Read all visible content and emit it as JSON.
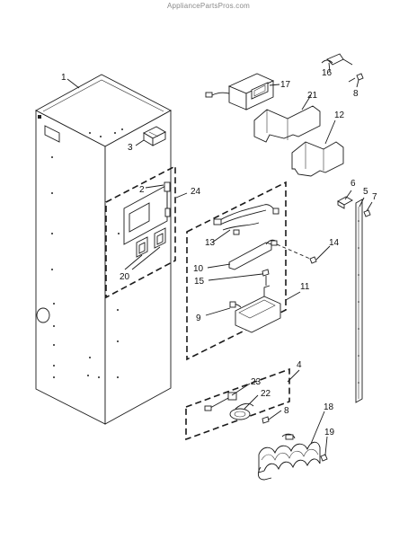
{
  "watermark": "AppliancePartsPros.com",
  "callouts": [
    {
      "id": "c1",
      "label": "1"
    },
    {
      "id": "c2",
      "label": "2"
    },
    {
      "id": "c3",
      "label": "3"
    },
    {
      "id": "c4",
      "label": "4"
    },
    {
      "id": "c5",
      "label": "5"
    },
    {
      "id": "c6",
      "label": "6"
    },
    {
      "id": "c7",
      "label": "7"
    },
    {
      "id": "c8a",
      "label": "8"
    },
    {
      "id": "c8b",
      "label": "8"
    },
    {
      "id": "c9",
      "label": "9"
    },
    {
      "id": "c10",
      "label": "10"
    },
    {
      "id": "c11",
      "label": "11"
    },
    {
      "id": "c12",
      "label": "12"
    },
    {
      "id": "c13",
      "label": "13"
    },
    {
      "id": "c14",
      "label": "14"
    },
    {
      "id": "c15",
      "label": "15"
    },
    {
      "id": "c16",
      "label": "16"
    },
    {
      "id": "c17",
      "label": "17"
    },
    {
      "id": "c18",
      "label": "18"
    },
    {
      "id": "c19",
      "label": "19"
    },
    {
      "id": "c20",
      "label": "20"
    },
    {
      "id": "c21",
      "label": "21"
    },
    {
      "id": "c22",
      "label": "22"
    },
    {
      "id": "c23",
      "label": "23"
    },
    {
      "id": "c24",
      "label": "24"
    }
  ]
}
